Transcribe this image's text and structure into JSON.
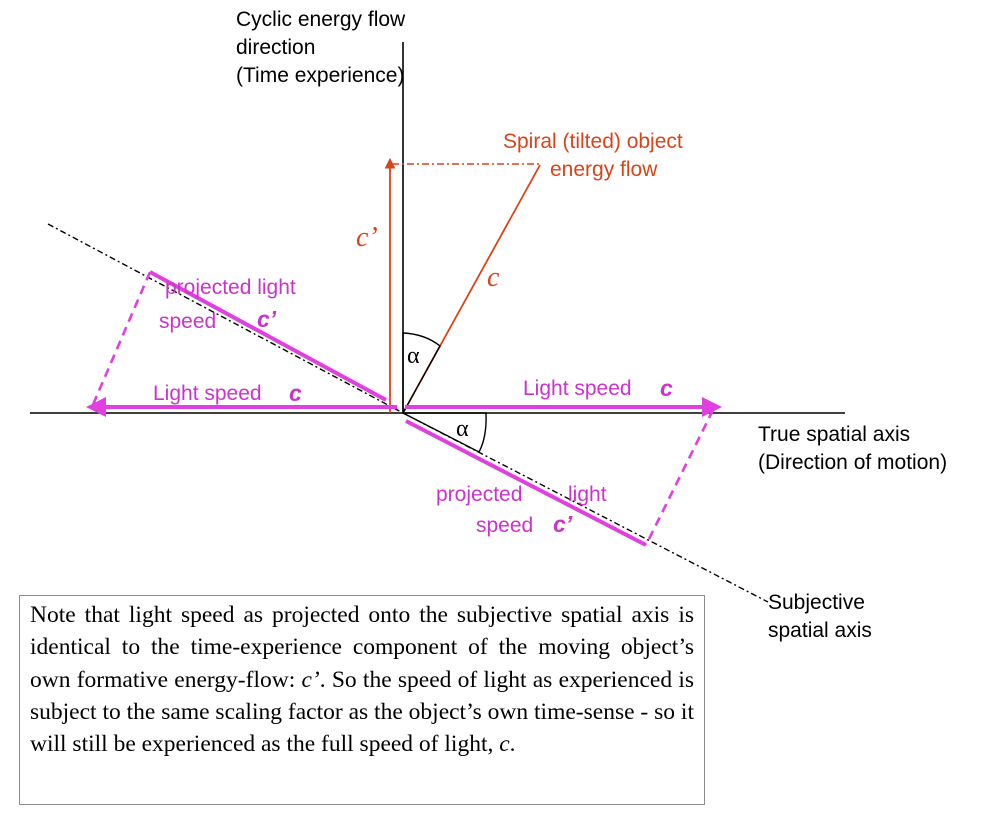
{
  "labels": {
    "vertical_axis": [
      "Cyclic energy flow",
      "direction",
      "(Time experience)"
    ],
    "spiral_flow": [
      "Spiral (tilted) object",
      "energy flow"
    ],
    "c_prime_vertical": "c’",
    "c_tilted": "c",
    "alpha_upper": "α",
    "alpha_lower": "α",
    "projected_left_line1": "projected light",
    "projected_left_line2_text": "speed",
    "projected_left_line2_symbol": "c’",
    "light_speed_left_text": "Light speed",
    "light_speed_left_symbol": "c",
    "light_speed_right_text": "Light speed",
    "light_speed_right_symbol": "c",
    "true_axis": [
      "True spatial axis",
      "(Direction of motion)"
    ],
    "projected_right_line1a": "projected",
    "projected_right_line1b": "light",
    "projected_right_line2_text": "speed",
    "projected_right_line2_symbol": "c’",
    "subjective_axis": [
      "Subjective",
      "spatial axis"
    ]
  },
  "note": {
    "part1": "Note that light speed as projected onto the subjective spatial axis is identical to the time-experience component of the moving object’s own formative energy-flow: ",
    "symbol1": "c’",
    "part2": ".  So the speed of light as experienced is subject to the same scaling factor as the object’s own time-sense - so it will still be experienced as the full speed of light, ",
    "symbol2": "c",
    "part3": "."
  },
  "colors": {
    "axis": "#000000",
    "orange": "#d9441a",
    "magenta": "#e040e0",
    "magenta_text": "#cc33cc"
  }
}
